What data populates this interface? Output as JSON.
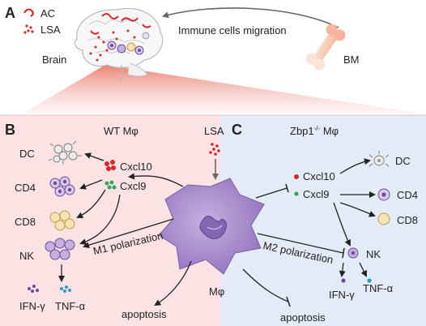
{
  "panel_a": {
    "letter": "A",
    "legend": {
      "ac": "AC",
      "lsa": "LSA"
    },
    "brain_label": "Brain",
    "bm_label": "BM",
    "migration_label": "Immune cells migration"
  },
  "panel_b": {
    "letter": "B",
    "title": "WT Mφ",
    "cells": {
      "dc": "DC",
      "cd4": "CD4",
      "cd8": "CD8",
      "nk": "NK"
    },
    "cytokines": {
      "cxcl10": "Cxcl10",
      "cxcl9": "Cxcl9"
    },
    "polarization": "M1 polarization",
    "outputs": {
      "ifn": "IFN-γ",
      "tnf": "TNF-α"
    },
    "apoptosis": "apoptosis"
  },
  "panel_c": {
    "letter": "C",
    "title_prefix": "Zbp1",
    "title_sup": "-/-",
    "title_suffix": " Mφ",
    "cells": {
      "dc": "DC",
      "cd4": "CD4",
      "cd8": "CD8",
      "nk": "NK"
    },
    "cytokines": {
      "cxcl10": "Cxcl10",
      "cxcl9": "Cxcl9"
    },
    "polarization": "M2 polarization",
    "outputs": {
      "ifn": "IFN-γ",
      "tnf": "TNF-α"
    },
    "apoptosis": "apoptosis"
  },
  "center": {
    "lsa": "LSA",
    "macrophage": "Mφ"
  },
  "colors": {
    "panel_b_bg": "#fbe3e3",
    "panel_c_bg": "#e3ecf6",
    "ac_red": "#d8262d",
    "cxcl9_green": "#3aa35a",
    "macrophage": "#a98ac8",
    "cd8_fill": "#f3e3b8",
    "ifn_purple": "#6b4b9c",
    "tnf_teal": "#2c9bc2"
  }
}
